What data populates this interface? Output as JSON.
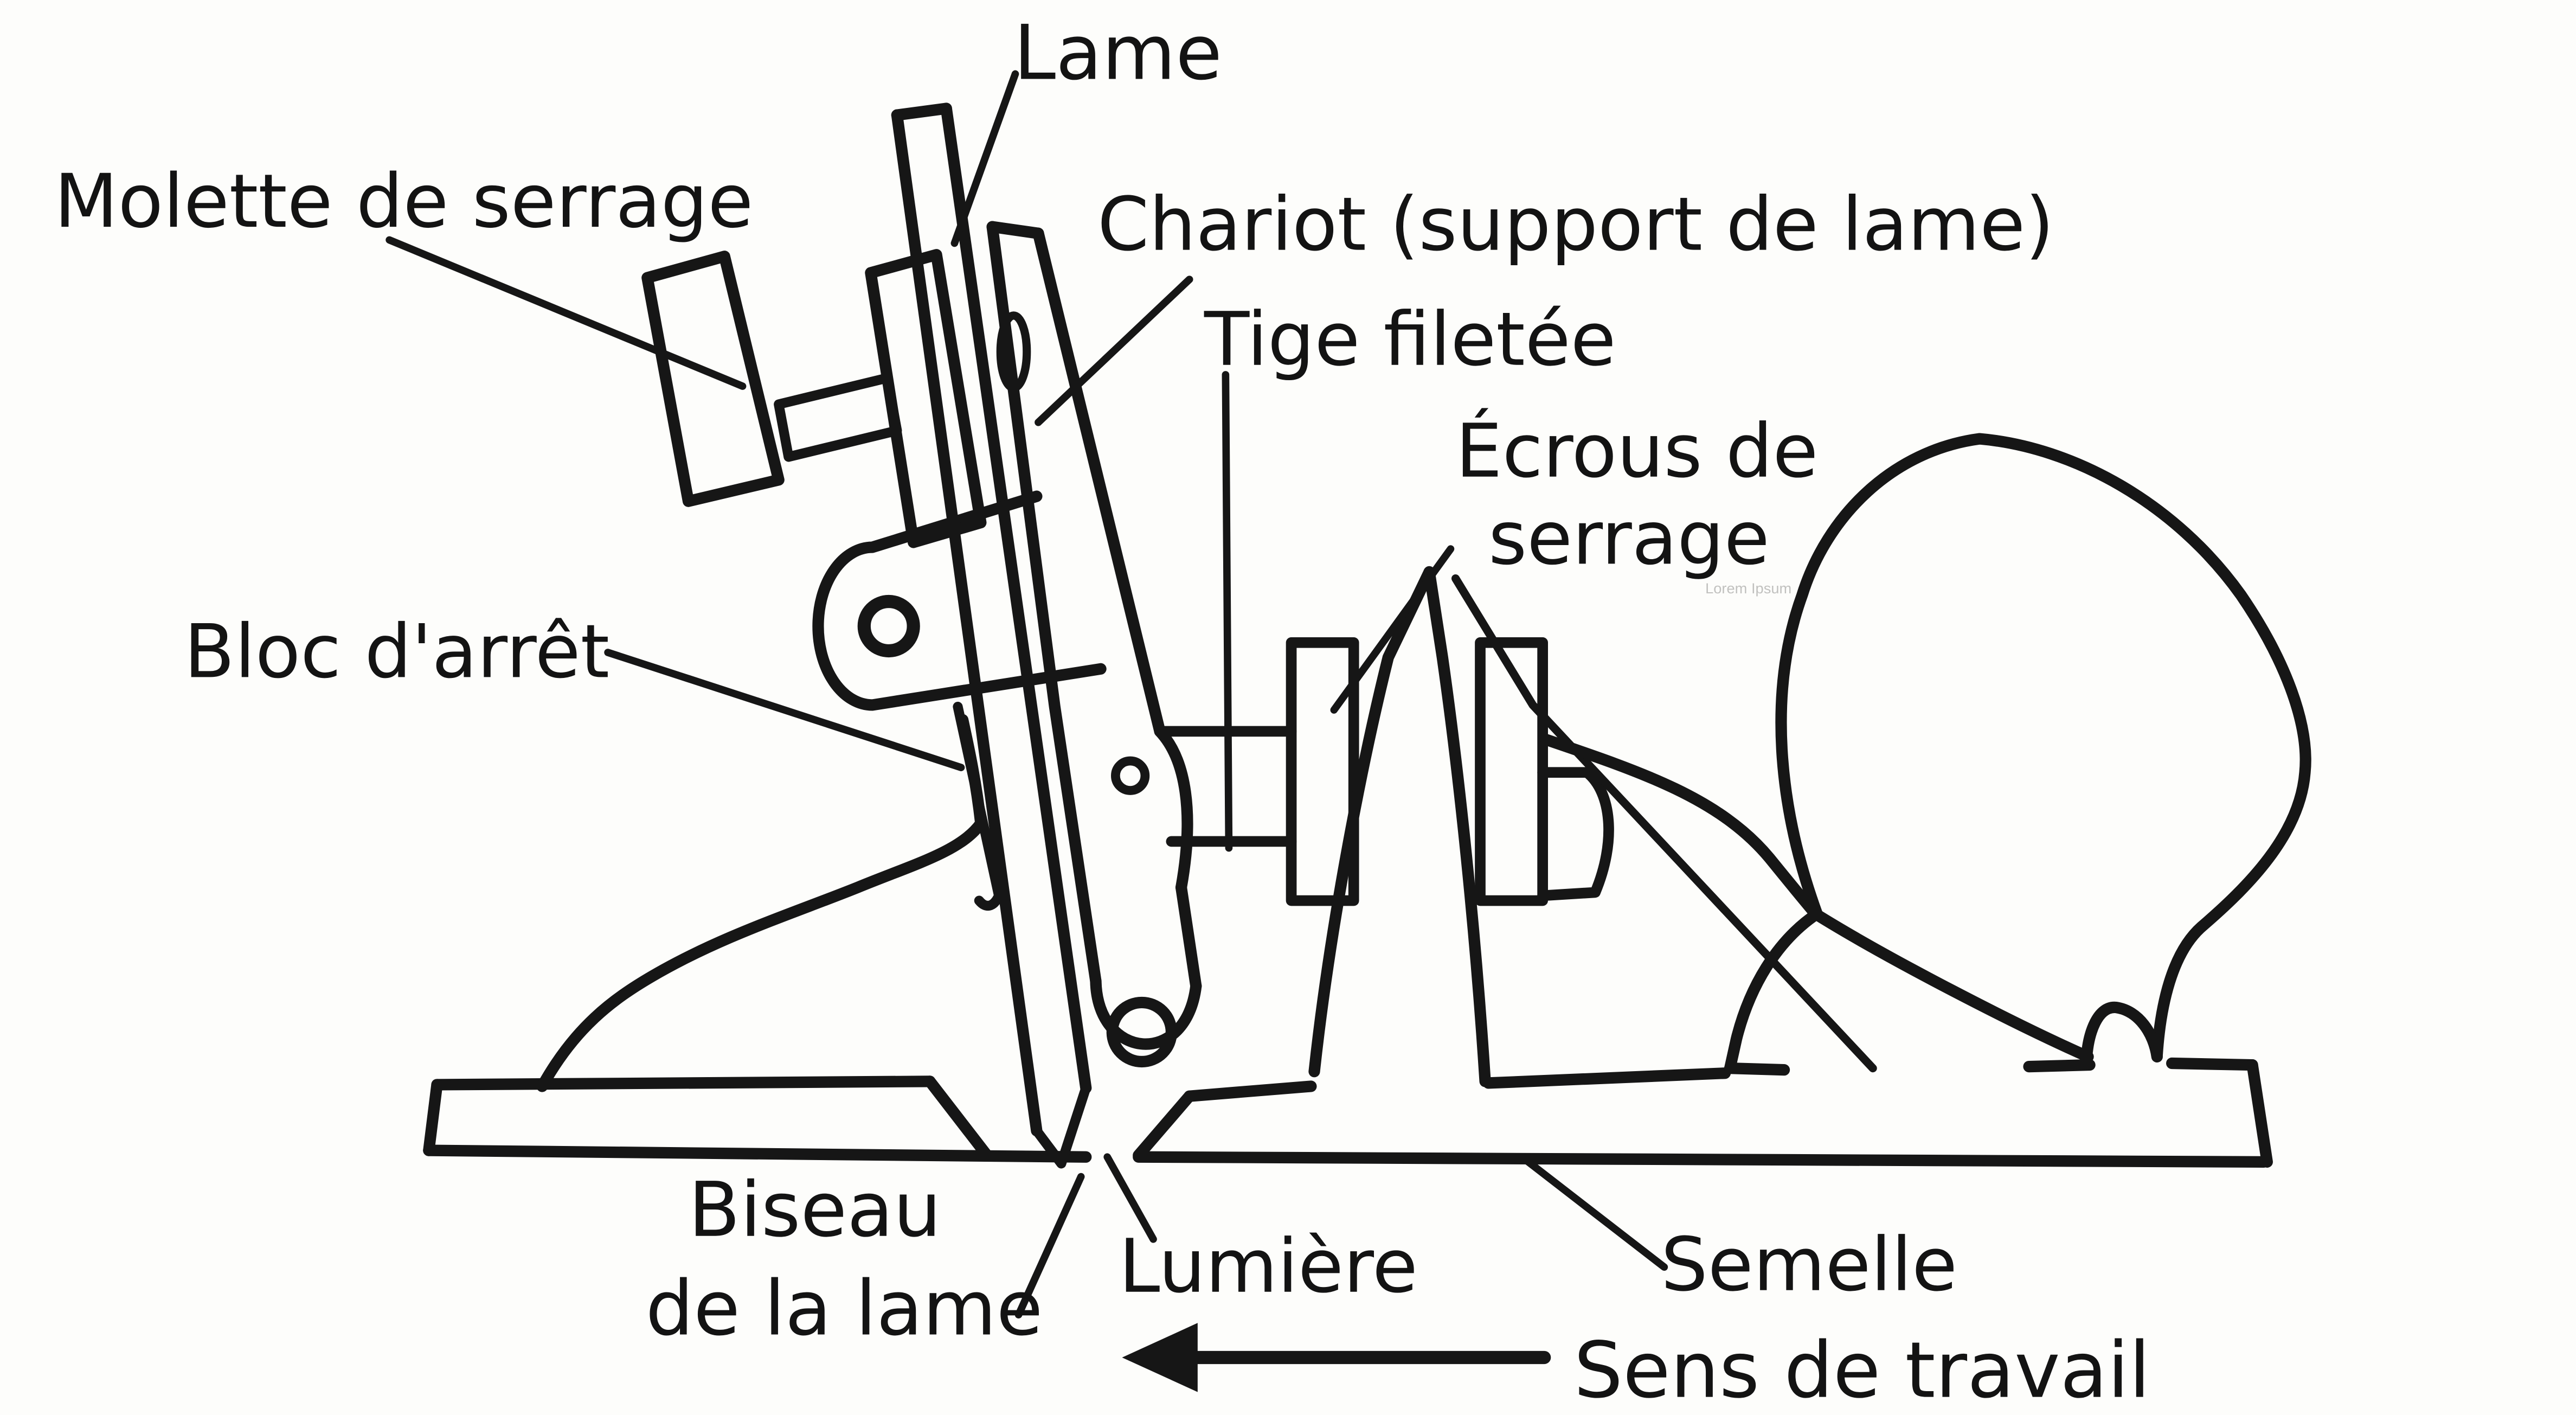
{
  "diagram": {
    "type": "hand-drawn technical diagram",
    "subject": "rabot (hand plane), side view with part labels in French",
    "ink_color": "#161616",
    "background_color": "#fdfdfb",
    "labels": {
      "lame": "Lame",
      "molette": "Molette de serrage",
      "chariot": "Chariot (support de lame)",
      "tige": "Tige filetée",
      "ecrous_line1": "Écrous de",
      "ecrous_line2": "serrage",
      "bloc": "Bloc d'arrêt",
      "biseau_line1": "Biseau",
      "biseau_line2": "de la lame",
      "lumiere": "Lumière",
      "semelle": "Semelle",
      "sens": "Sens de travail"
    },
    "watermark": "Lorem Ipsum",
    "arrow": {
      "meaning": "work direction, pointing left",
      "color": "#161616"
    }
  }
}
